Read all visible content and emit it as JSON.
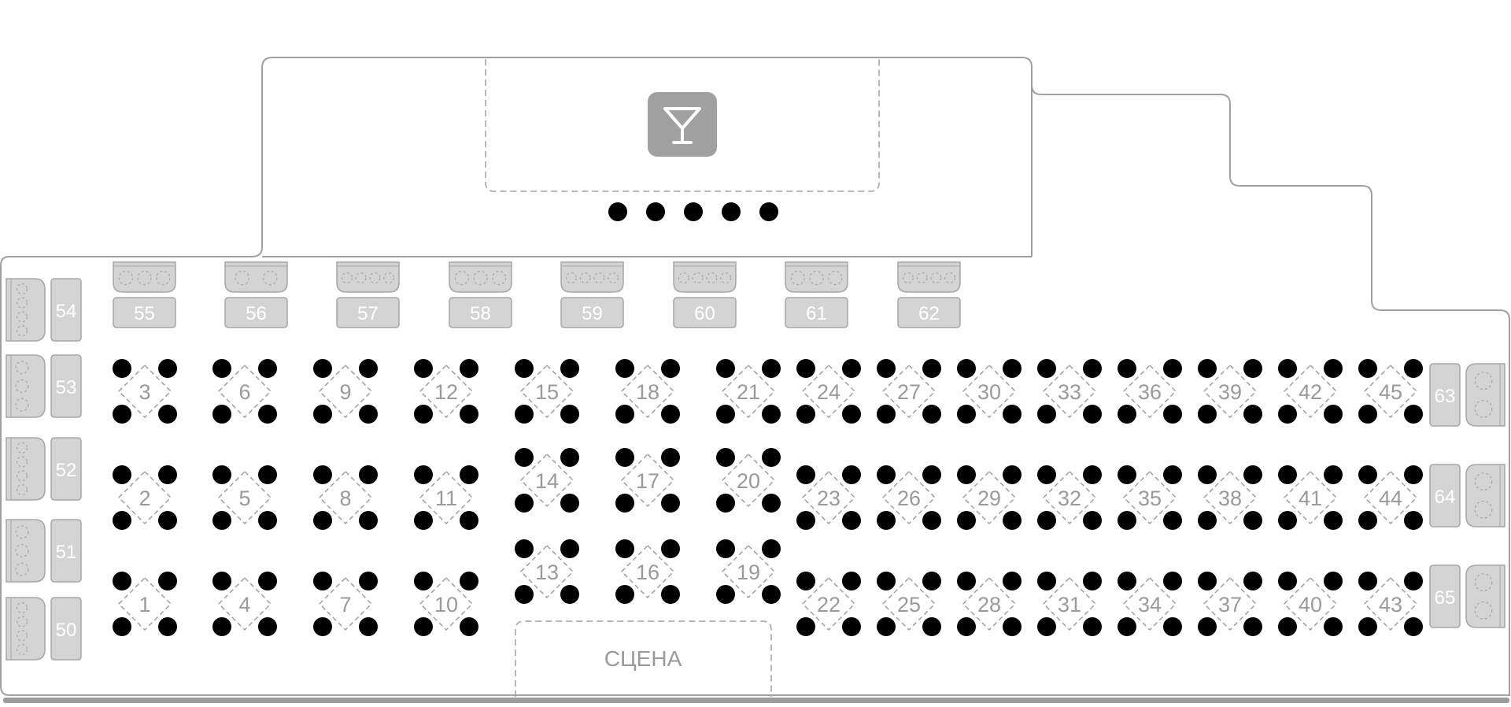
{
  "colors": {
    "outline": "#a0a0a0",
    "seat": "#000000",
    "table_label": "#9a9a9a",
    "booth_fill": "#d4d4d4",
    "booth_border": "#a6a6a6",
    "bar_icon_bg": "#a0a0a0",
    "floor_shadow": "#9b9b9b"
  },
  "icons": {
    "bar": "cocktail-glass-icon"
  },
  "stage": {
    "label": "СЦЕНА"
  },
  "tables": [
    {
      "number": 1,
      "col": 0,
      "row": 2
    },
    {
      "number": 2,
      "col": 0,
      "row": 1
    },
    {
      "number": 3,
      "col": 0,
      "row": 0
    },
    {
      "number": 4,
      "col": 1,
      "row": 2
    },
    {
      "number": 5,
      "col": 1,
      "row": 1
    },
    {
      "number": 6,
      "col": 1,
      "row": 0
    },
    {
      "number": 7,
      "col": 2,
      "row": 2
    },
    {
      "number": 8,
      "col": 2,
      "row": 1
    },
    {
      "number": 9,
      "col": 2,
      "row": 0
    },
    {
      "number": 10,
      "col": 3,
      "row": 2
    },
    {
      "number": 11,
      "col": 3,
      "row": 1
    },
    {
      "number": 12,
      "col": 3,
      "row": 0
    },
    {
      "number": 13,
      "col": 4,
      "row": "c3"
    },
    {
      "number": 14,
      "col": 4,
      "row": "c2"
    },
    {
      "number": 15,
      "col": 4,
      "row": 0
    },
    {
      "number": 16,
      "col": 5,
      "row": "c3"
    },
    {
      "number": 17,
      "col": 5,
      "row": "c2"
    },
    {
      "number": 18,
      "col": 5,
      "row": 0
    },
    {
      "number": 19,
      "col": 6,
      "row": "c3"
    },
    {
      "number": 20,
      "col": 6,
      "row": "c2"
    },
    {
      "number": 21,
      "col": 6,
      "row": 0
    },
    {
      "number": 22,
      "col": 7,
      "row": 2
    },
    {
      "number": 23,
      "col": 7,
      "row": 1
    },
    {
      "number": 24,
      "col": 7,
      "row": 0
    },
    {
      "number": 25,
      "col": 8,
      "row": 2
    },
    {
      "number": 26,
      "col": 8,
      "row": 1
    },
    {
      "number": 27,
      "col": 8,
      "row": 0
    },
    {
      "number": 28,
      "col": 9,
      "row": 2
    },
    {
      "number": 29,
      "col": 9,
      "row": 1
    },
    {
      "number": 30,
      "col": 9,
      "row": 0
    },
    {
      "number": 31,
      "col": 10,
      "row": 2
    },
    {
      "number": 32,
      "col": 10,
      "row": 1
    },
    {
      "number": 33,
      "col": 10,
      "row": 0
    },
    {
      "number": 34,
      "col": 11,
      "row": 2
    },
    {
      "number": 35,
      "col": 11,
      "row": 1
    },
    {
      "number": 36,
      "col": 11,
      "row": 0
    },
    {
      "number": 37,
      "col": 12,
      "row": 2
    },
    {
      "number": 38,
      "col": 12,
      "row": 1
    },
    {
      "number": 39,
      "col": 12,
      "row": 0
    },
    {
      "number": 40,
      "col": 13,
      "row": 2
    },
    {
      "number": 41,
      "col": 13,
      "row": 1
    },
    {
      "number": 42,
      "col": 13,
      "row": 0
    },
    {
      "number": 43,
      "col": 14,
      "row": 2
    },
    {
      "number": 44,
      "col": 14,
      "row": 1
    },
    {
      "number": 45,
      "col": 14,
      "row": 0
    }
  ],
  "left_booths": [
    {
      "number": 54,
      "seats": 4
    },
    {
      "number": 53,
      "seats": 3
    },
    {
      "number": 52,
      "seats": 4
    },
    {
      "number": 51,
      "seats": 3
    },
    {
      "number": 50,
      "seats": 4
    }
  ],
  "top_booths": [
    {
      "number": 55,
      "seats": 3
    },
    {
      "number": 56,
      "seats": 2
    },
    {
      "number": 57,
      "seats": 4
    },
    {
      "number": 58,
      "seats": 3
    },
    {
      "number": 59,
      "seats": 4
    },
    {
      "number": 60,
      "seats": 4
    },
    {
      "number": 61,
      "seats": 3
    },
    {
      "number": 62,
      "seats": 4
    }
  ],
  "right_booths": [
    {
      "number": 63,
      "seats": 2
    },
    {
      "number": 64,
      "seats": 2
    },
    {
      "number": 65,
      "seats": 2
    }
  ],
  "bar_seats": 5
}
